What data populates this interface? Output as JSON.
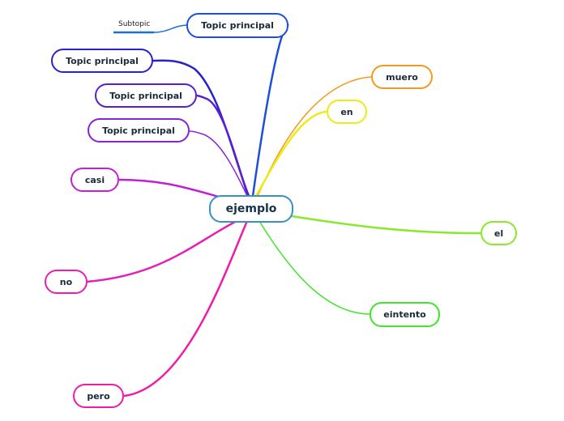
{
  "central": {
    "label": "ejemplo",
    "color": "#3a8fc7"
  },
  "nodes": [
    {
      "id": "topic-top",
      "label": "Topic principal",
      "color": "#1d4fd8"
    },
    {
      "id": "topic-2",
      "label": "Topic principal",
      "color": "#2a22c9"
    },
    {
      "id": "topic-3",
      "label": "Topic principal",
      "color": "#5b1fd0"
    },
    {
      "id": "topic-4",
      "label": "Topic principal",
      "color": "#8a22d6"
    },
    {
      "id": "casi",
      "label": "casi",
      "color": "#c21fd6"
    },
    {
      "id": "no",
      "label": "no",
      "color": "#e51fb8"
    },
    {
      "id": "pero",
      "label": "pero",
      "color": "#f01ba6"
    },
    {
      "id": "muero",
      "label": "muero",
      "color": "#f29a1d"
    },
    {
      "id": "en",
      "label": "en",
      "color": "#f0ea14"
    },
    {
      "id": "el",
      "label": "el",
      "color": "#86ea2a"
    },
    {
      "id": "eintento",
      "label": "eintento",
      "color": "#3fe62a"
    }
  ],
  "subtopic": {
    "label": "Subtopic",
    "color": "#1d6fd8"
  }
}
